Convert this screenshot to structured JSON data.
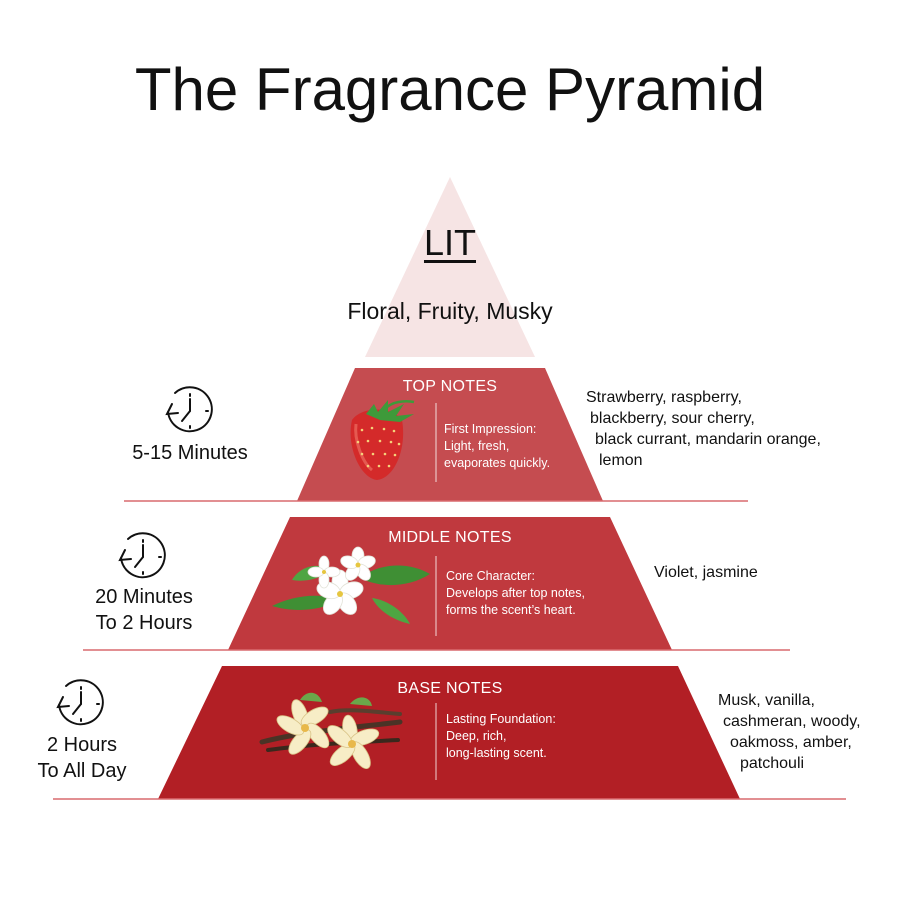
{
  "title": "The Fragrance Pyramid",
  "brand": {
    "name": "LIT",
    "families": "Floral, Fruity, Musky"
  },
  "tiers": [
    {
      "title": "TOP NOTES",
      "description": [
        "First Impression:",
        "Light, fresh,",
        "evaporates quickly."
      ],
      "time": [
        "5-15 Minutes"
      ],
      "ingredients": [
        "Strawberry, raspberry,",
        "blackberry, sour cherry,",
        "black currant, mandarin orange,",
        "lemon"
      ],
      "image_icon": "strawberry-icon",
      "color": "#c54c50"
    },
    {
      "title": "MIDDLE NOTES",
      "description": [
        "Core Character:",
        "Develops after top notes,",
        "forms the scent’s heart."
      ],
      "time": [
        "20 Minutes",
        "To 2 Hours"
      ],
      "ingredients": [
        "Violet, jasmine"
      ],
      "image_icon": "jasmine-flower-icon",
      "color": "#c0393e"
    },
    {
      "title": "BASE NOTES",
      "description": [
        "Lasting Foundation:",
        "Deep, rich,",
        "long-lasting scent."
      ],
      "time": [
        "2 Hours",
        "To All Day"
      ],
      "ingredients": [
        "Musk, vanilla,",
        "cashmeran, woody,",
        "oakmoss, amber,",
        "patchouli"
      ],
      "image_icon": "vanilla-flower-icon",
      "color": "#b21f25"
    }
  ],
  "colors": {
    "apex": "#f6e4e4",
    "divider": "#d96a6e",
    "text": "#111111"
  }
}
